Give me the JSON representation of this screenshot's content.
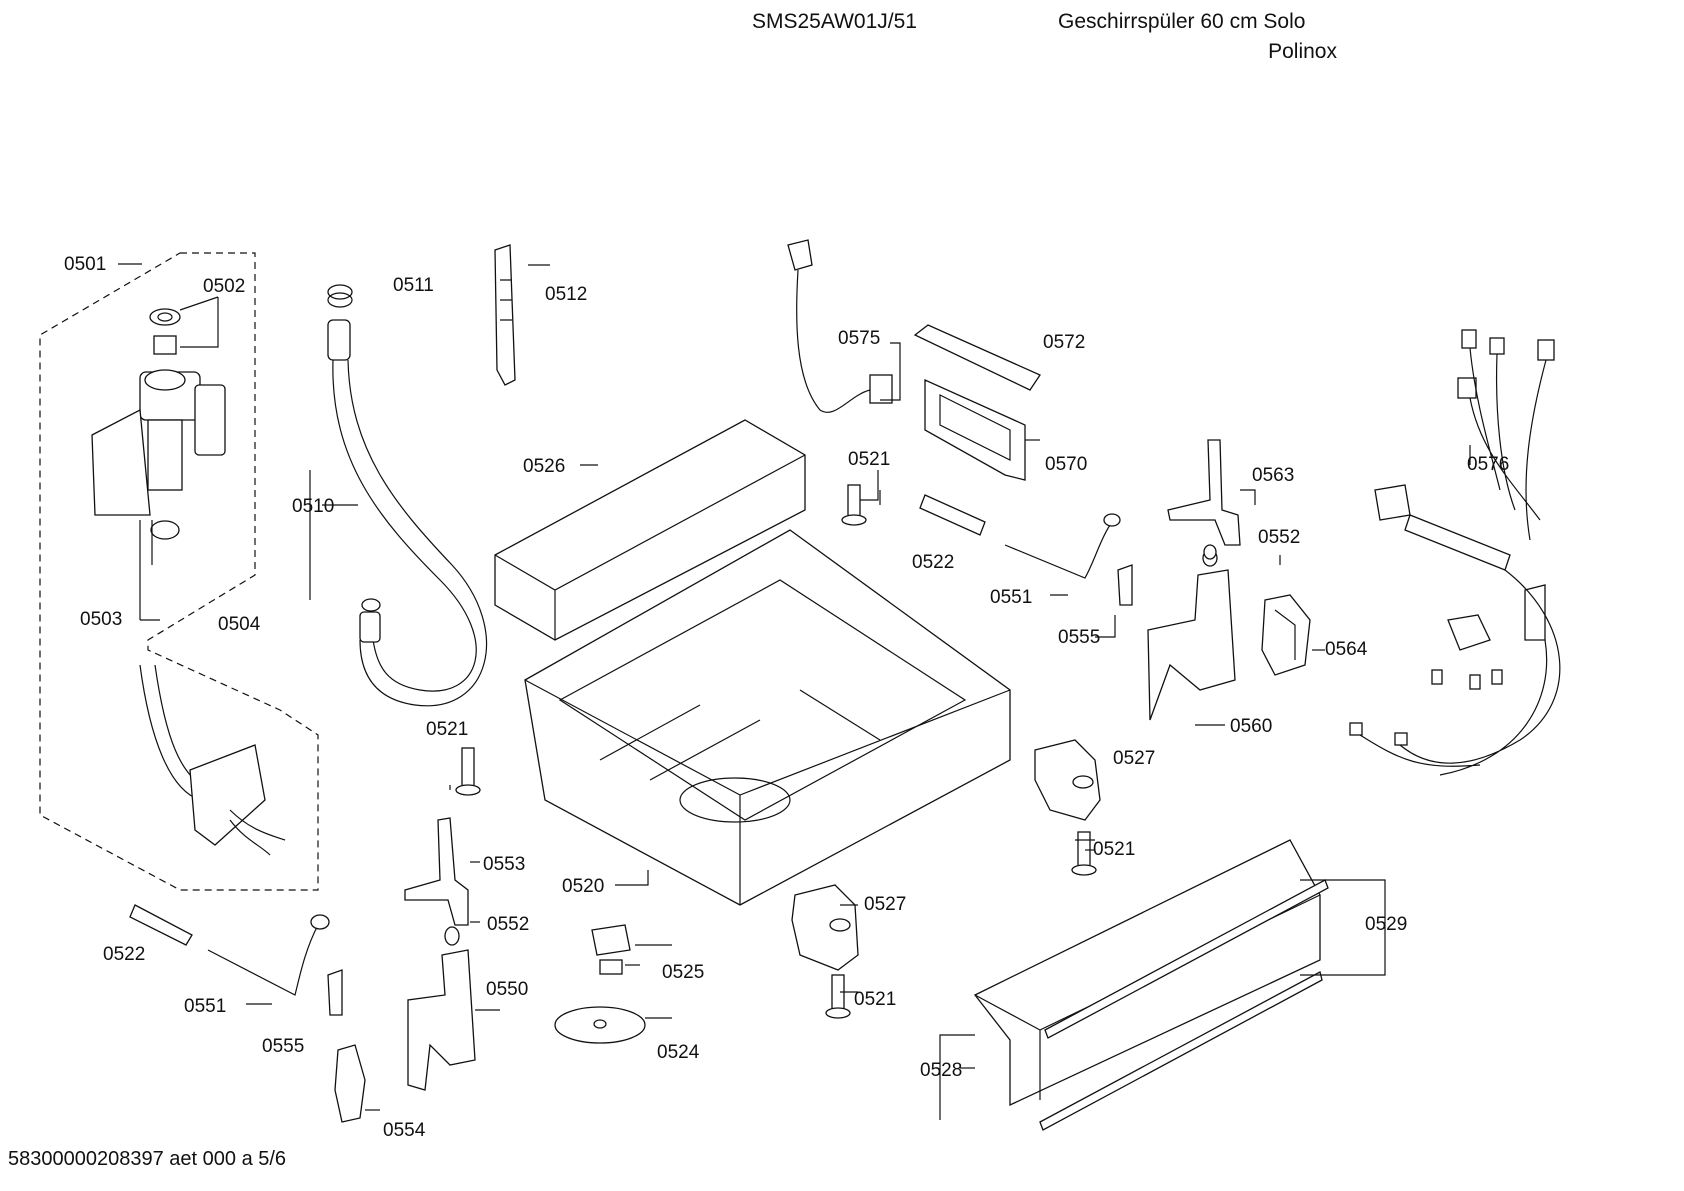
{
  "header": {
    "model": "SMS25AW01J/51",
    "description_line1": "Geschirrspüler 60 cm Solo",
    "description_line2": "Polinox"
  },
  "footer": {
    "doc_id": "58300000208397 aet 000 a 5/6"
  },
  "callouts": [
    {
      "id": "c0501",
      "text": "0501"
    },
    {
      "id": "c0502",
      "text": "0502"
    },
    {
      "id": "c0503",
      "text": "0503"
    },
    {
      "id": "c0504",
      "text": "0504"
    },
    {
      "id": "c0510",
      "text": "0510"
    },
    {
      "id": "c0511",
      "text": "0511"
    },
    {
      "id": "c0512",
      "text": "0512"
    },
    {
      "id": "c0520",
      "text": "0520"
    },
    {
      "id": "c0521a",
      "text": "0521"
    },
    {
      "id": "c0521b",
      "text": "0521"
    },
    {
      "id": "c0521c",
      "text": "0521"
    },
    {
      "id": "c0521d",
      "text": "0521"
    },
    {
      "id": "c0522a",
      "text": "0522"
    },
    {
      "id": "c0522b",
      "text": "0522"
    },
    {
      "id": "c0524",
      "text": "0524"
    },
    {
      "id": "c0525",
      "text": "0525"
    },
    {
      "id": "c0526",
      "text": "0526"
    },
    {
      "id": "c0527a",
      "text": "0527"
    },
    {
      "id": "c0527b",
      "text": "0527"
    },
    {
      "id": "c0528",
      "text": "0528"
    },
    {
      "id": "c0529",
      "text": "0529"
    },
    {
      "id": "c0550",
      "text": "0550"
    },
    {
      "id": "c0551a",
      "text": "0551"
    },
    {
      "id": "c0551b",
      "text": "0551"
    },
    {
      "id": "c0552a",
      "text": "0552"
    },
    {
      "id": "c0552b",
      "text": "0552"
    },
    {
      "id": "c0553",
      "text": "0553"
    },
    {
      "id": "c0554",
      "text": "0554"
    },
    {
      "id": "c0555a",
      "text": "0555"
    },
    {
      "id": "c0555b",
      "text": "0555"
    },
    {
      "id": "c0560",
      "text": "0560"
    },
    {
      "id": "c0563",
      "text": "0563"
    },
    {
      "id": "c0564",
      "text": "0564"
    },
    {
      "id": "c0570",
      "text": "0570"
    },
    {
      "id": "c0572",
      "text": "0572"
    },
    {
      "id": "c0575",
      "text": "0575"
    },
    {
      "id": "c0576",
      "text": "0576"
    }
  ]
}
